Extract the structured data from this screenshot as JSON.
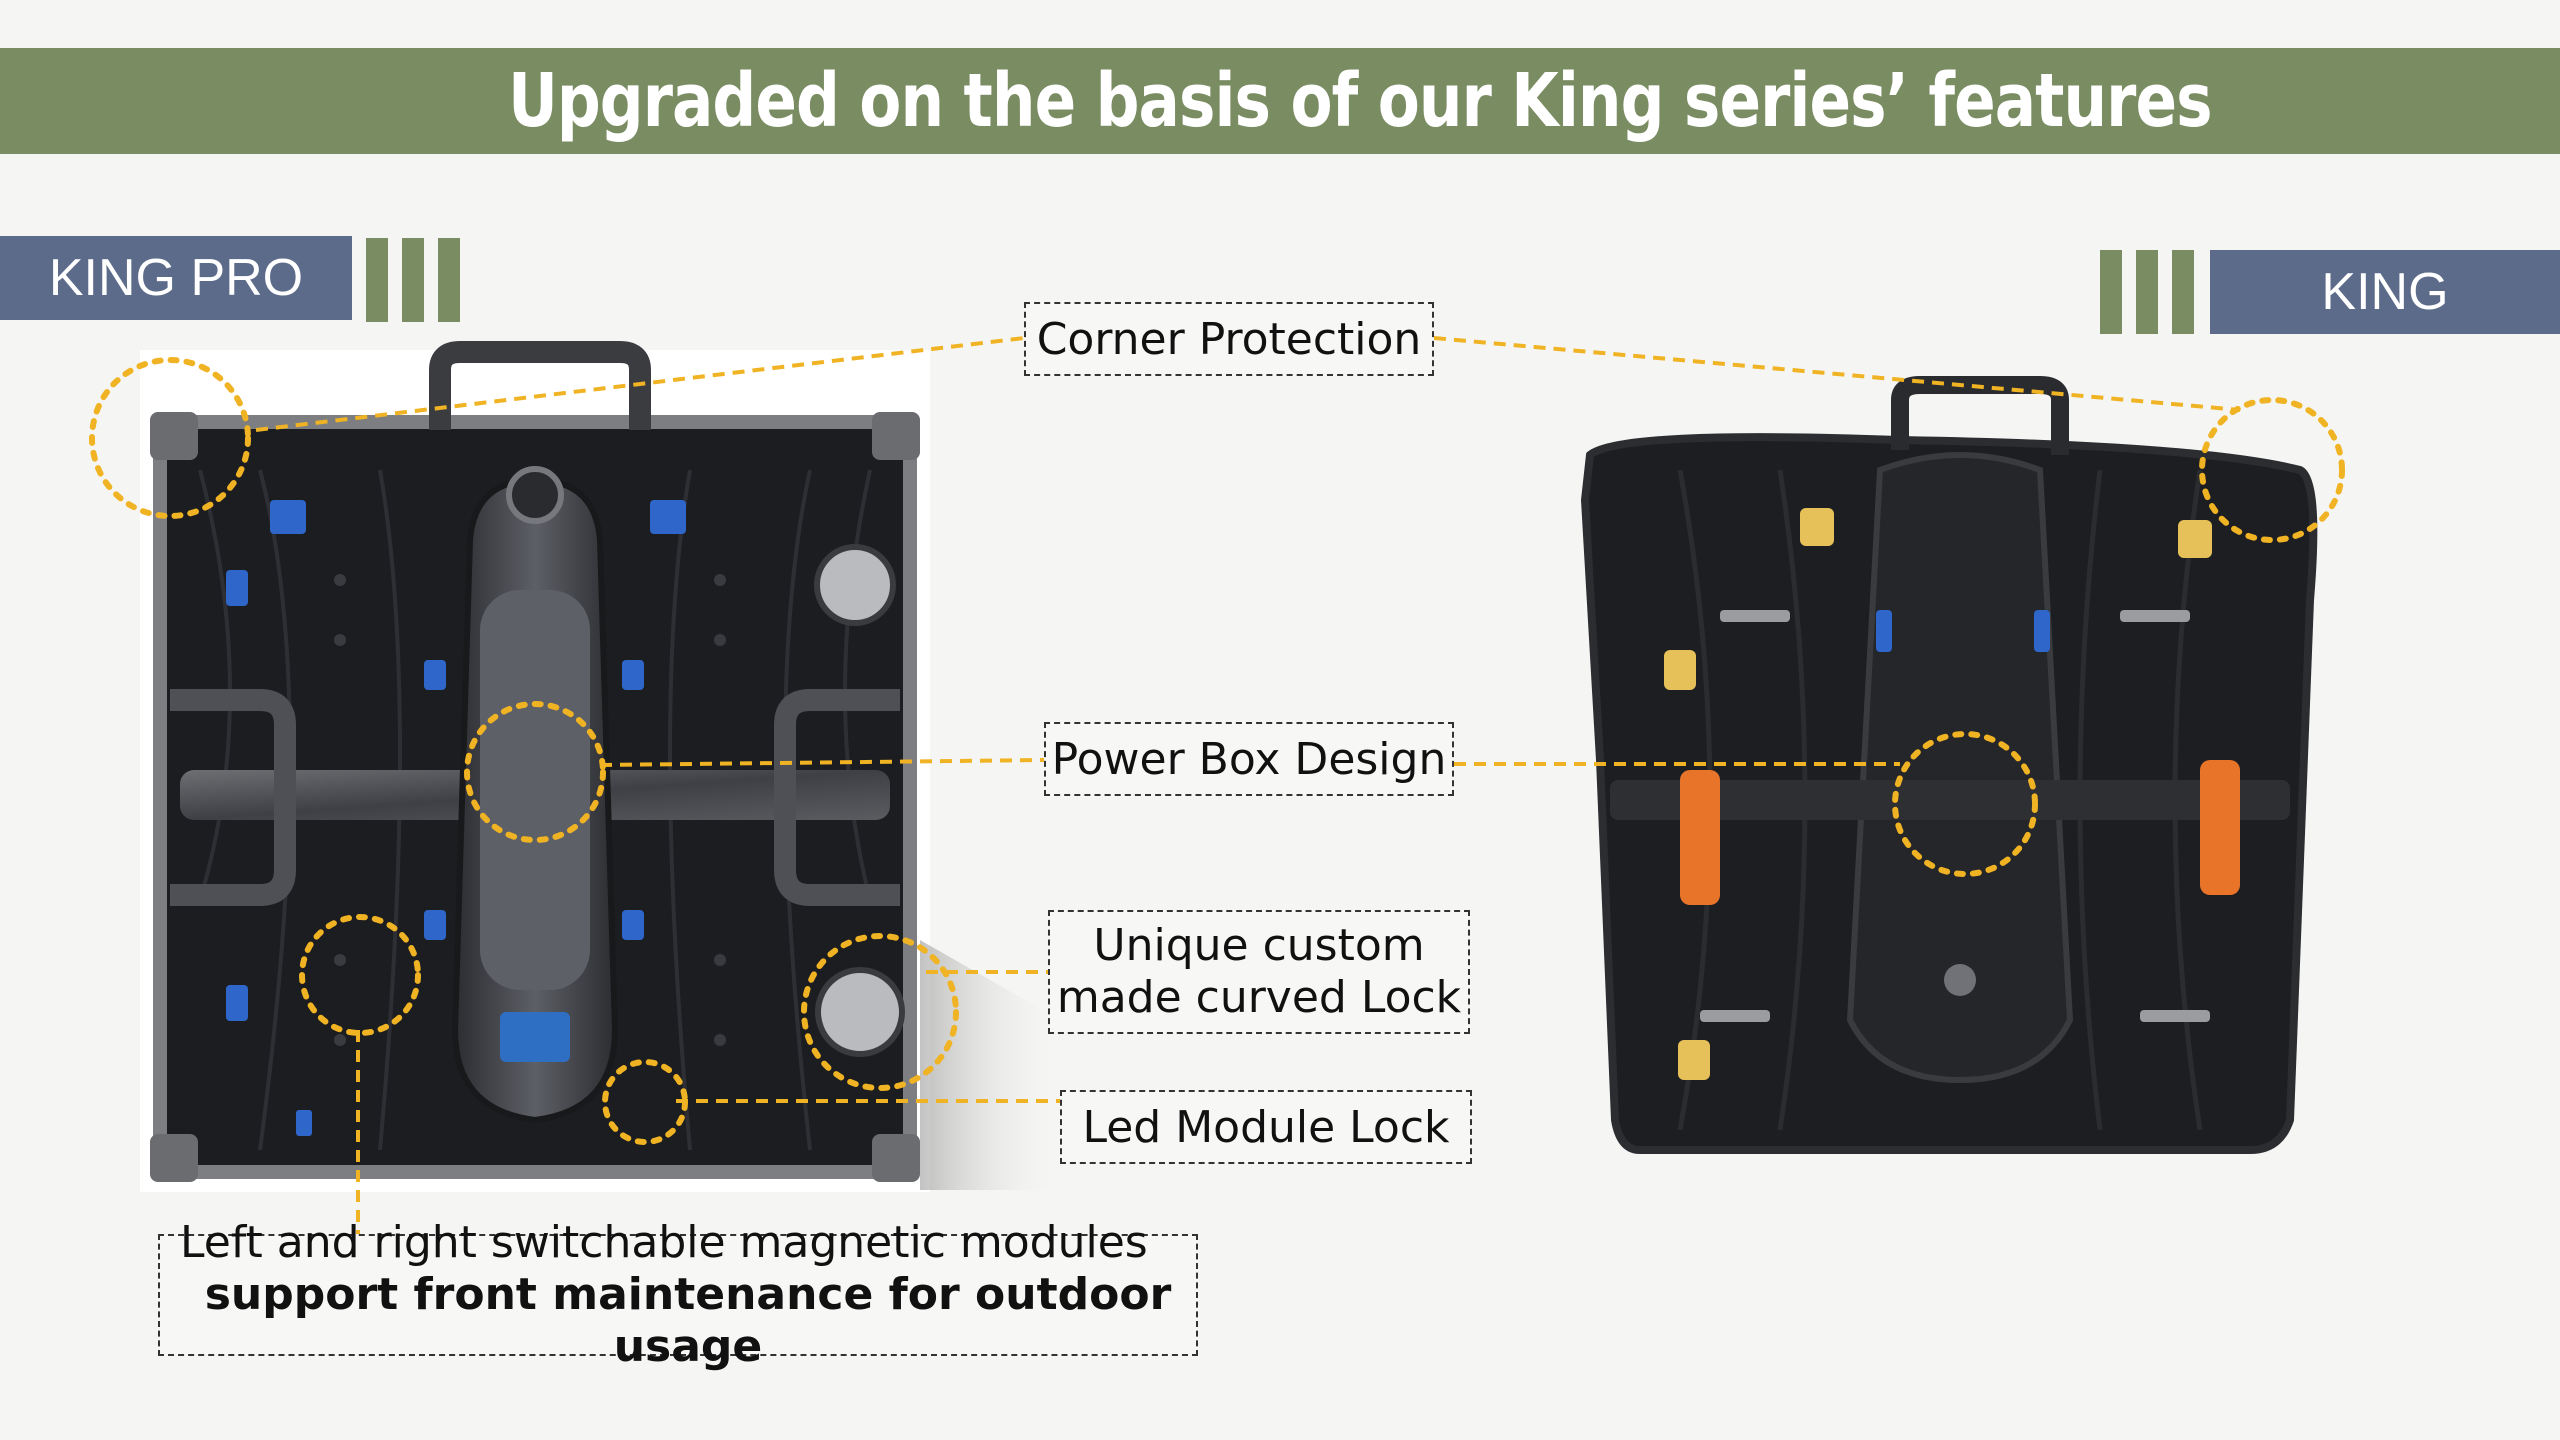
{
  "header": {
    "title": "Upgraded on the basis of our King series’ features"
  },
  "tags": {
    "left": "KING PRO",
    "right": "KING"
  },
  "callouts": {
    "corner": "Corner Protection",
    "power": "Power Box Design",
    "lock_line1": "Unique custom",
    "lock_line2": "made curved Lock",
    "module": "Led Module Lock",
    "magnet_line1": "Left and right switchable magnetic modules",
    "magnet_line2": "support front maintenance for outdoor usage"
  },
  "colors": {
    "title_bar": "#7a8c62",
    "tag": "#5c6b89",
    "highlight": "#f0b323",
    "handle_orange": "#e8742a"
  }
}
